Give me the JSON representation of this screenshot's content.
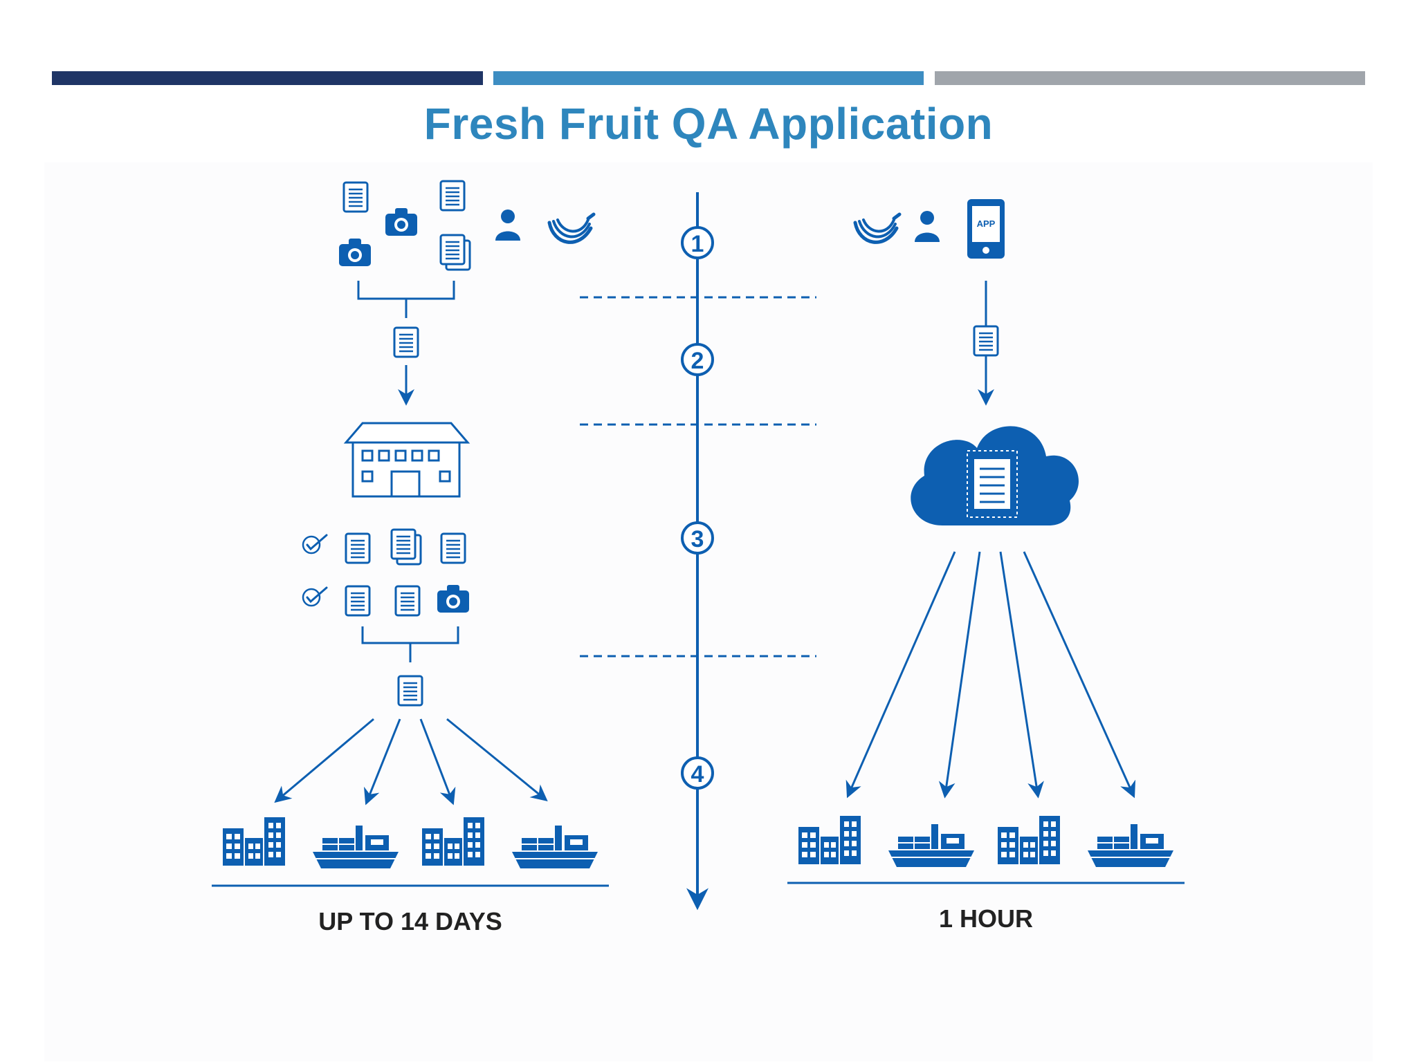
{
  "slide": {
    "title": "Fresh Fruit QA Application"
  },
  "header_bars": {
    "colors": [
      "#1f3566",
      "#3d8dc2",
      "#a0a5ab"
    ]
  },
  "diagram": {
    "accent_color": "#0d5fb1",
    "steps": [
      "1",
      "2",
      "3",
      "4"
    ],
    "left_caption": "UP TO 14 DAYS",
    "right_caption": "1 HOUR",
    "app_label": "APP",
    "icons": [
      "document-icon",
      "camera-icon",
      "person-icon",
      "banana-icon",
      "building-icon",
      "checkmark-icon",
      "city-icon",
      "ship-icon",
      "phone-icon",
      "cloud-icon"
    ]
  }
}
